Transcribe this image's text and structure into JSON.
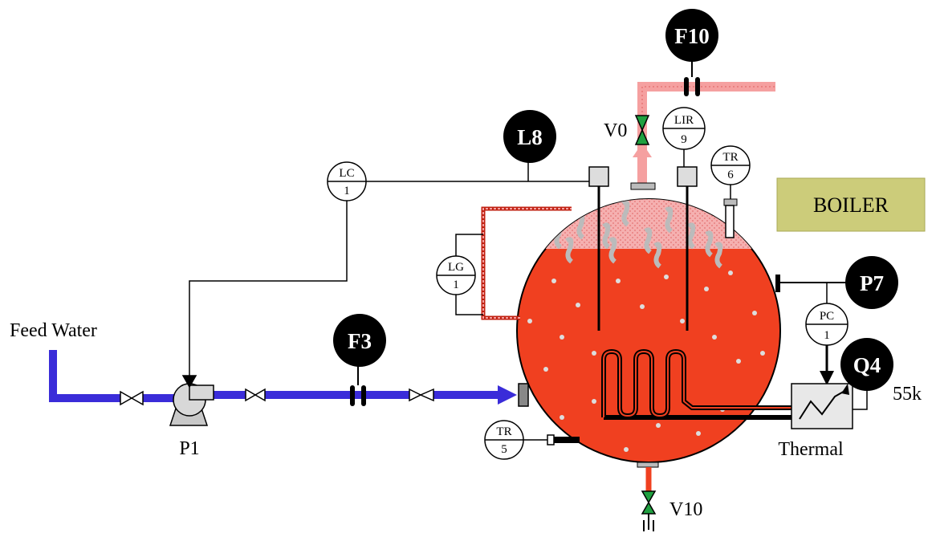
{
  "diagram": {
    "feed_label": "Feed Water",
    "pump_label": "P1",
    "thermal_label": "Thermal",
    "power_label": "55k",
    "boiler_title": "BOILER",
    "valve_top_label": "V0",
    "valve_bottom_label": "V10",
    "tags": {
      "f10": "F10",
      "l8": "L8",
      "f3": "F3",
      "p7": "P7",
      "q4": "Q4"
    },
    "instruments": {
      "lc": {
        "top": "LC",
        "bottom": "1"
      },
      "lir": {
        "top": "LIR",
        "bottom": "9"
      },
      "tr6": {
        "top": "TR",
        "bottom": "6"
      },
      "lg": {
        "top": "LG",
        "bottom": "1"
      },
      "pc": {
        "top": "PC",
        "bottom": "1"
      },
      "tr5": {
        "top": "TR",
        "bottom": "5"
      }
    },
    "colors": {
      "feed_water": "#3a2cd9",
      "boiler": "#f04020",
      "steam": "#f0a0a0",
      "valve": "#20a040",
      "tag_fill": "#000000",
      "boiler_box": "#cccc7a"
    }
  }
}
